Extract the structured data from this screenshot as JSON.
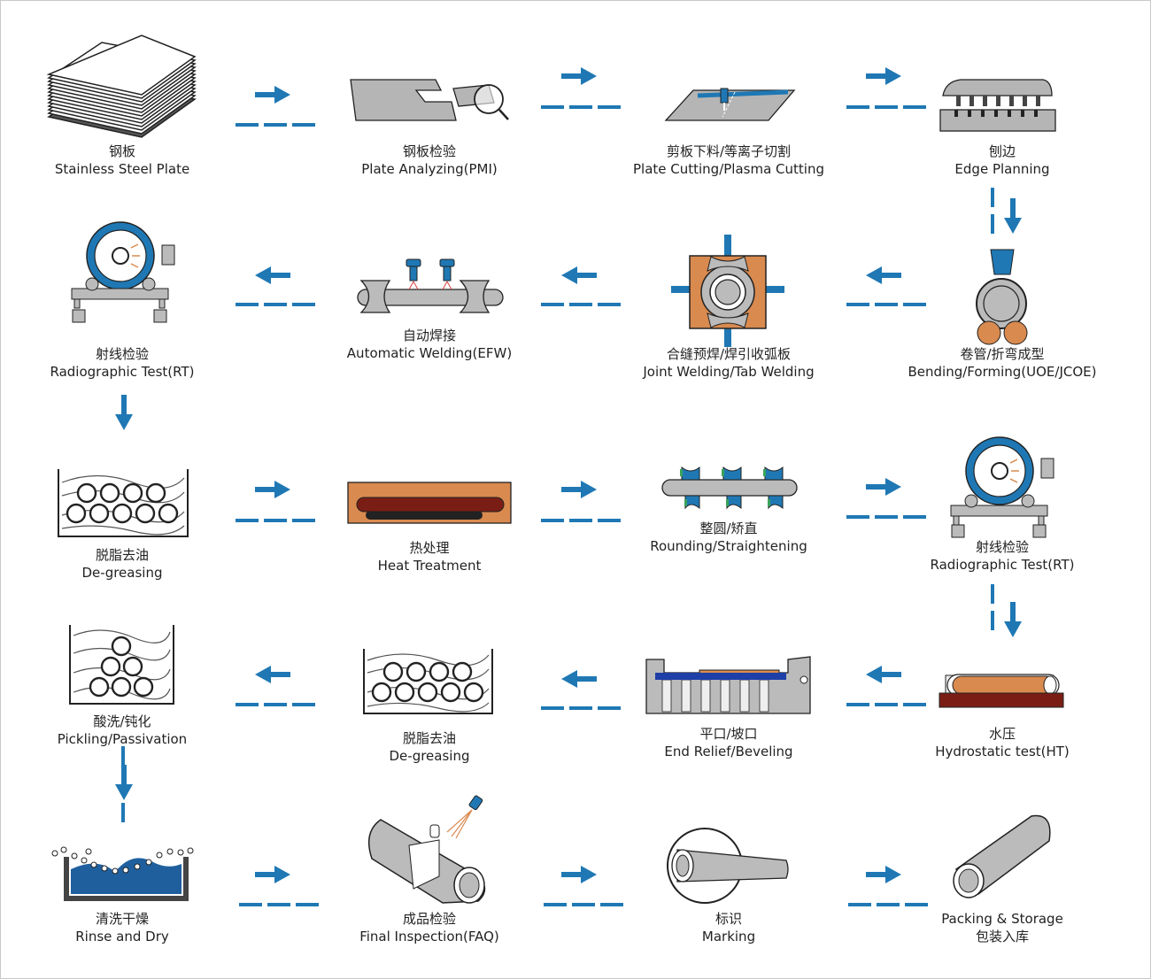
{
  "steps": [
    {
      "cn": "钢板",
      "en": "Stainless Steel Plate"
    },
    {
      "cn": "钢板检验",
      "en": "Plate Analyzing(PMI)"
    },
    {
      "cn": "剪板下料/等离子切割",
      "en": "Plate Cutting/Plasma Cutting"
    },
    {
      "cn": "刨边",
      "en": "Edge Planning"
    },
    {
      "cn": "卷管/折弯成型",
      "en": "Bending/Forming(UOE/JCOE)"
    },
    {
      "cn": "合缝预焊/焊引收弧板",
      "en": "Joint Welding/Tab Welding"
    },
    {
      "cn": "自动焊接",
      "en": "Automatic Welding(EFW)"
    },
    {
      "cn": "射线检验",
      "en": "Radiographic Test(RT)"
    },
    {
      "cn": "脱脂去油",
      "en": "De-greasing"
    },
    {
      "cn": "热处理",
      "en": "Heat Treatment"
    },
    {
      "cn": "整圆/矫直",
      "en": "Rounding/Straightening"
    },
    {
      "cn": "射线检验",
      "en": "Radiographic Test(RT)"
    },
    {
      "cn": "水压",
      "en": "Hydrostatic test(HT)"
    },
    {
      "cn": "平口/坡口",
      "en": "End Relief/Beveling"
    },
    {
      "cn": "脱脂去油",
      "en": "De-greasing"
    },
    {
      "cn": "酸洗/钝化",
      "en": "Pickling/Passivation"
    },
    {
      "cn": "清洗干燥",
      "en": "Rinse and Dry"
    },
    {
      "cn": "成品检验",
      "en": "Final Inspection(FAQ)"
    },
    {
      "cn": "标识",
      "en": "Marking"
    },
    {
      "en": "Packing & Storage",
      "cn": "包装入库"
    }
  ],
  "colors": {
    "accent": "#1f78b4",
    "pipe": "#bcbcbc",
    "copper": "#d98a4f",
    "dark": "#2a2a2a"
  }
}
